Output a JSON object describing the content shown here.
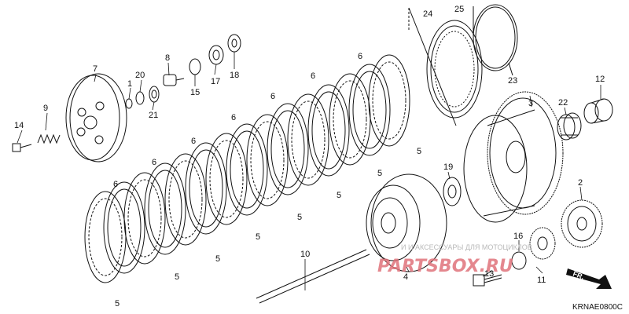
{
  "diagram": {
    "code": "KRNAE0800C",
    "watermark_text": "И И АКСЕССУАРЫ ДЛЯ МОТОЦИКЛОВ",
    "watermark_logo": "PARTSBOX.RU",
    "direction_label": "FR.",
    "colors": {
      "line": "#111111",
      "watermark": "#e0737b",
      "background": "#ffffff"
    },
    "callouts": [
      {
        "id": "c24",
        "label": "24"
      },
      {
        "id": "c25",
        "label": "25"
      },
      {
        "id": "c23",
        "label": "23"
      },
      {
        "id": "c6a",
        "label": "6"
      },
      {
        "id": "c6b",
        "label": "6"
      },
      {
        "id": "c6c",
        "label": "6"
      },
      {
        "id": "c6d",
        "label": "6"
      },
      {
        "id": "c6e",
        "label": "6"
      },
      {
        "id": "c6f",
        "label": "6"
      },
      {
        "id": "c6g",
        "label": "6"
      },
      {
        "id": "c5a",
        "label": "5"
      },
      {
        "id": "c5b",
        "label": "5"
      },
      {
        "id": "c5c",
        "label": "5"
      },
      {
        "id": "c5d",
        "label": "5"
      },
      {
        "id": "c5e",
        "label": "5"
      },
      {
        "id": "c5f",
        "label": "5"
      },
      {
        "id": "c5g",
        "label": "5"
      },
      {
        "id": "c5h",
        "label": "5"
      },
      {
        "id": "c7",
        "label": "7"
      },
      {
        "id": "c8",
        "label": "8"
      },
      {
        "id": "c9",
        "label": "9"
      },
      {
        "id": "c14",
        "label": "14"
      },
      {
        "id": "c1",
        "label": "1"
      },
      {
        "id": "c20",
        "label": "20"
      },
      {
        "id": "c21",
        "label": "21"
      },
      {
        "id": "c15",
        "label": "15"
      },
      {
        "id": "c17",
        "label": "17"
      },
      {
        "id": "c18",
        "label": "18"
      },
      {
        "id": "c3",
        "label": "3"
      },
      {
        "id": "c12",
        "label": "12"
      },
      {
        "id": "c22",
        "label": "22"
      },
      {
        "id": "c19",
        "label": "19"
      },
      {
        "id": "c2",
        "label": "2"
      },
      {
        "id": "c10",
        "label": "10"
      },
      {
        "id": "c4",
        "label": "4"
      },
      {
        "id": "c13",
        "label": "13"
      },
      {
        "id": "c16",
        "label": "16"
      },
      {
        "id": "c11",
        "label": "11"
      }
    ]
  }
}
